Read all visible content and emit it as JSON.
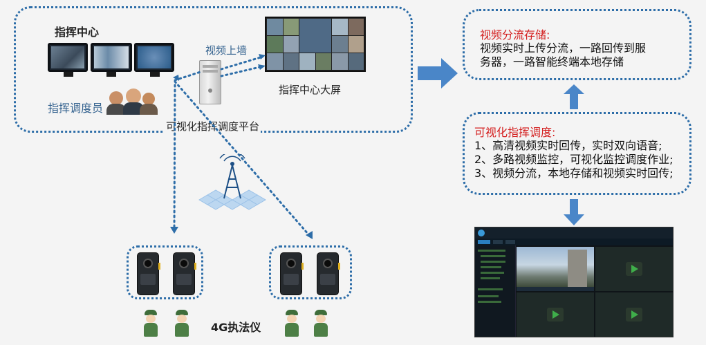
{
  "command_center": {
    "title": "指挥中心",
    "dispatcher_label": "指挥调度员",
    "video_wall_label": "视频上墙",
    "big_screen_label": "指挥中心大屏",
    "platform_label": "可视化指挥调度平台"
  },
  "devices": {
    "label": "4G执法仪"
  },
  "storage_panel": {
    "title": "视频分流存储:",
    "lines": [
      "视频实时上传分流，一路回传到服",
      "务器，一路智能终端本地存储"
    ]
  },
  "dispatch_panel": {
    "title": "可视化指挥调度:",
    "items": [
      "1、高清视频实时回传，实时双向语音;",
      "2、多路视频监控，可视化监控调度作业;",
      "3、视频分流，本地存储和视频实时回传;"
    ]
  },
  "colors": {
    "border": "#2d6da8",
    "arrow": "#4a86c8",
    "panel_title": "#d42020"
  }
}
